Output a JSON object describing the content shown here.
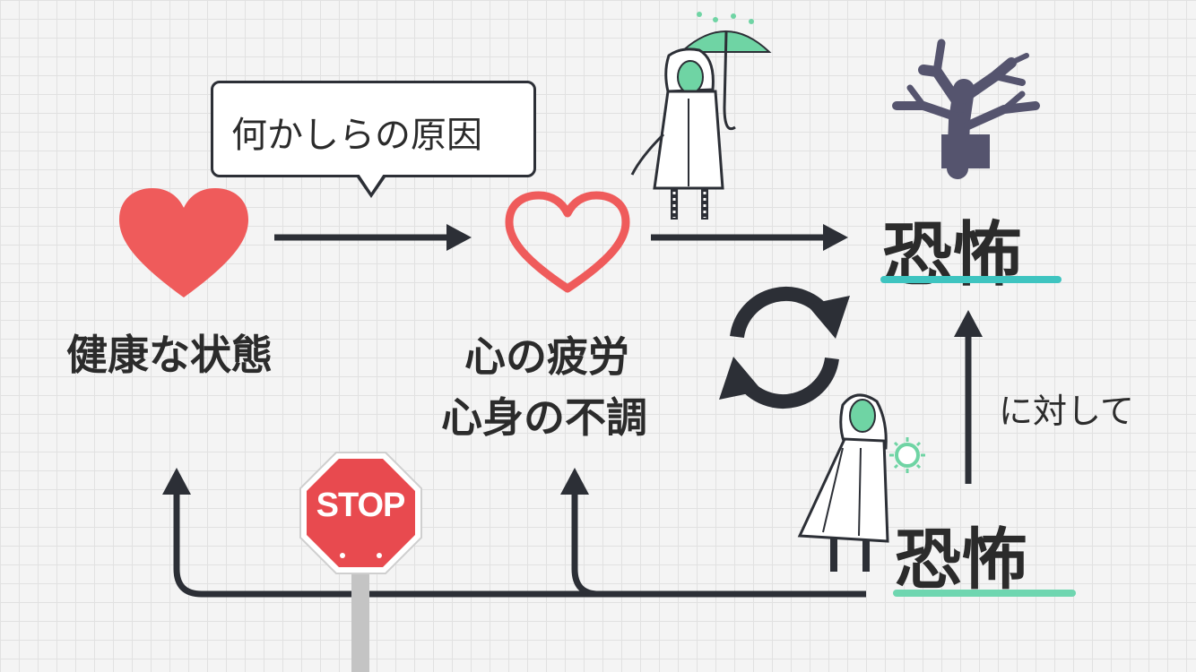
{
  "callout": {
    "label": "何かしらの原因"
  },
  "states": {
    "healthy": "健康な状態",
    "fatigue_line1": "心の疲労",
    "fatigue_line2": "心身の不調"
  },
  "fear_top": "恐怖",
  "fear_bottom": "恐怖",
  "towards_label": "に対して",
  "stop_sign": "STOP",
  "colors": {
    "heart_red": "#ef5b5b",
    "arrow_dark": "#2c2f36",
    "teal_underline": "#3ec4c0",
    "mint_underline": "#6fd6b0",
    "tree_purple": "#55546e",
    "figure_green": "#6fd4a4"
  },
  "icons": [
    "filled-heart-icon",
    "outline-heart-icon",
    "cycle-arrows-icon",
    "bare-tree-icon",
    "stop-sign-icon",
    "umbrella-person-icon",
    "cloaked-person-icon"
  ]
}
